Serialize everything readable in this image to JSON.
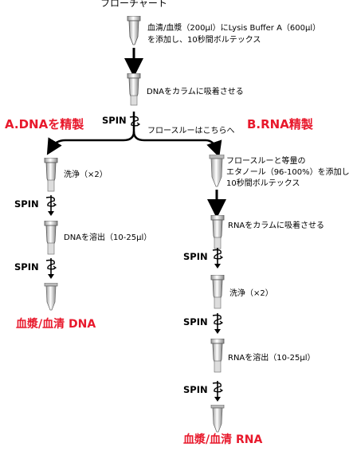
{
  "title": "フローチャート",
  "step1": {
    "line1": "血清/血漿（200μl）にLysis Buffer A（600μl）",
    "line2": "を添加し、10秒間ボルテックス"
  },
  "step2": "DNAをカラムに吸着させる",
  "spin_label": "SPIN",
  "flowthrough_note": "フロースルーはこちらへ",
  "branch_a": {
    "title": "A.DNAを精製",
    "wash": "洗浄（×2）",
    "elute": "DNAを溶出（10-25μl）",
    "result": "血漿/血清 DNA"
  },
  "branch_b": {
    "title": "B.RNA精製",
    "add_ethanol": {
      "line1": "フロースルーと等量の",
      "line2": "エタノール（96-100%）を添加し",
      "line3": "10秒間ボルテックス"
    },
    "bind": "RNAをカラムに吸着させる",
    "wash": "洗浄（×2）",
    "elute": "RNAを溶出（10-25μl）",
    "result": "血漿/血清 RNA"
  },
  "colors": {
    "accent_red": "#e8192c",
    "arrow": "#000000"
  },
  "icons": [
    "column-tube-icon",
    "spin-icon",
    "eppendorf-tube-icon",
    "arrow-down-icon"
  ]
}
